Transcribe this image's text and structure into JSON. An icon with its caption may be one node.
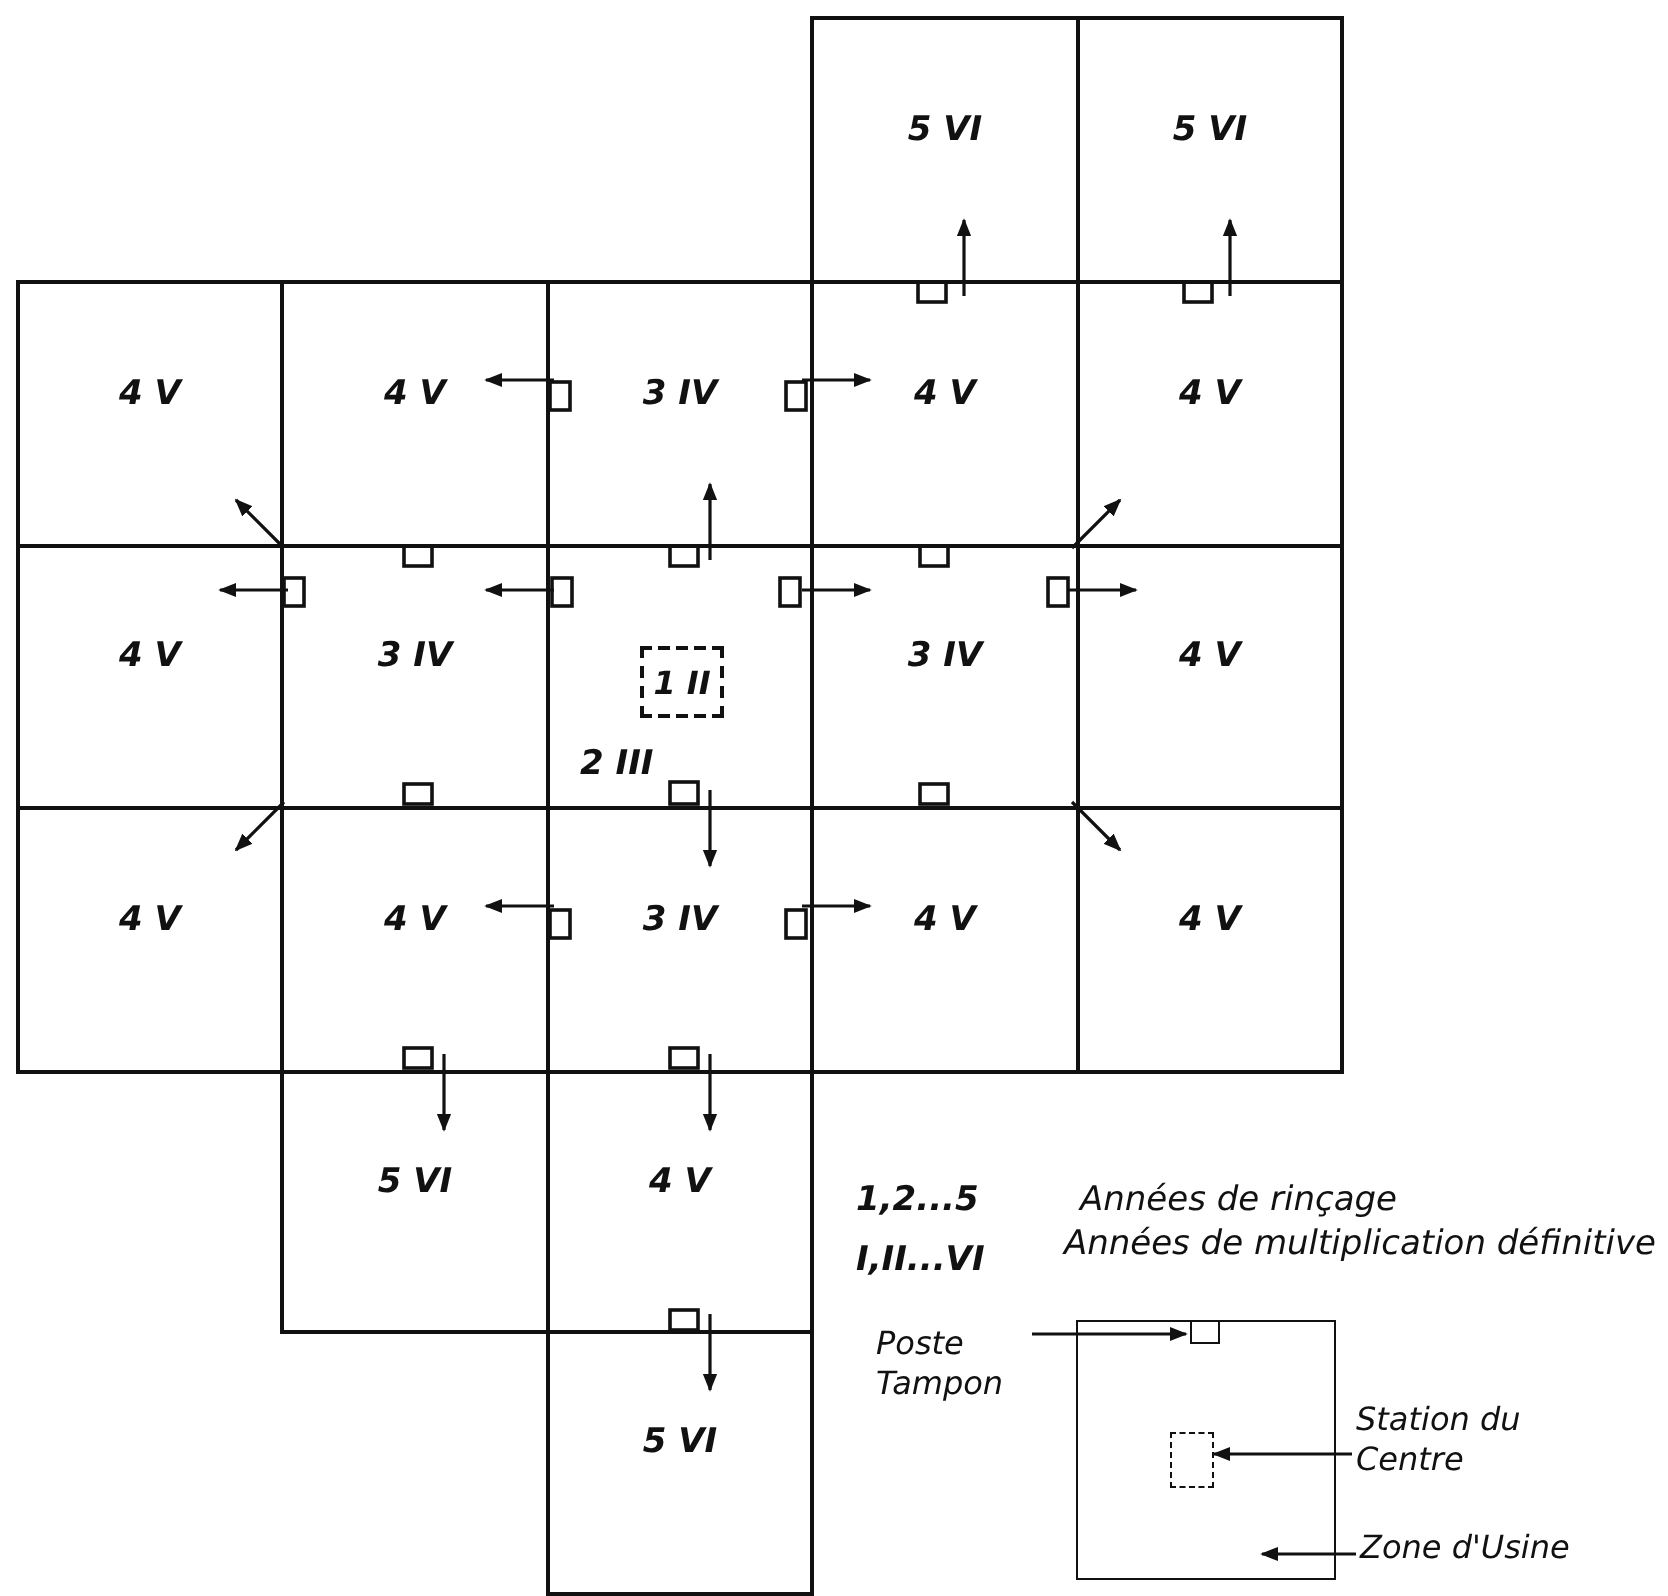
{
  "diagram": {
    "nodes": [
      {
        "text": [
          "5 VI"
        ]
      },
      {
        "text": [
          "5 VI"
        ]
      },
      {
        "text": [
          "4 V"
        ]
      },
      {
        "text": [
          "4 V"
        ]
      },
      {
        "text": [
          "3 IV"
        ]
      },
      {
        "text": [
          "4 V"
        ]
      },
      {
        "text": [
          "4 V"
        ]
      },
      {
        "text": [
          "4 V"
        ]
      },
      {
        "text": [
          "3 IV"
        ]
      },
      {
        "text": [
          "2 III"
        ]
      },
      {
        "text": [
          "1 II"
        ],
        "in": 9
      },
      {
        "text": [
          "3 IV"
        ]
      },
      {
        "text": [
          "4 V"
        ]
      },
      {
        "text": [
          "4 V"
        ]
      },
      {
        "text": [
          "4 V"
        ]
      },
      {
        "text": [
          "3 IV"
        ]
      },
      {
        "text": [
          "4 V"
        ]
      },
      {
        "text": [
          "4 V"
        ]
      },
      {
        "text": [
          "5 VI"
        ]
      },
      {
        "text": [
          "4 V"
        ]
      },
      {
        "text": [
          "5 VI"
        ]
      },
      {
        "text": [],
        "shape": "box"
      },
      {
        "text": [],
        "shape": "box",
        "in": 21
      },
      {
        "text": [],
        "shape": "box",
        "in": 21
      },
      {
        "text": [
          "Poste Tampon"
        ]
      },
      {
        "text": [
          "Station du Centre"
        ]
      },
      {
        "text": [
          "Zone d'Usine"
        ]
      }
    ],
    "edges": [
      {
        "from": 5,
        "to": 0,
        "arrow": "to"
      },
      {
        "from": 6,
        "to": 1,
        "arrow": "to"
      },
      {
        "from": 4,
        "to": 3,
        "arrow": "to"
      },
      {
        "from": 4,
        "to": 5,
        "arrow": "to"
      },
      {
        "from": 9,
        "to": 4,
        "arrow": "to"
      },
      {
        "from": 8,
        "to": 2,
        "arrow": "to"
      },
      {
        "from": 11,
        "to": 6,
        "arrow": "to"
      },
      {
        "from": 8,
        "to": 7,
        "arrow": "to"
      },
      {
        "from": 9,
        "to": 8,
        "arrow": "to"
      },
      {
        "from": 9,
        "to": 11,
        "arrow": "to"
      },
      {
        "from": 11,
        "to": 12,
        "arrow": "to"
      },
      {
        "from": 8,
        "to": 13,
        "arrow": "to"
      },
      {
        "from": 11,
        "to": 17,
        "arrow": "to"
      },
      {
        "from": 9,
        "to": 15,
        "arrow": "to"
      },
      {
        "from": 15,
        "to": 14,
        "arrow": "to"
      },
      {
        "from": 15,
        "to": 16,
        "arrow": "to"
      },
      {
        "from": 14,
        "to": 18,
        "arrow": "to"
      },
      {
        "from": 15,
        "to": 19,
        "arrow": "to"
      },
      {
        "from": 19,
        "to": 20,
        "arrow": "to"
      },
      {
        "from": 24,
        "to": 22,
        "arrow": "to"
      },
      {
        "from": 25,
        "to": 23,
        "arrow": "to"
      },
      {
        "from": 26,
        "to": 21,
        "arrow": "to"
      }
    ],
    "labels": [
      "1,2...5",
      "Années de rinçage",
      "I,II...VI",
      "Années de multiplication définitive"
    ]
  }
}
